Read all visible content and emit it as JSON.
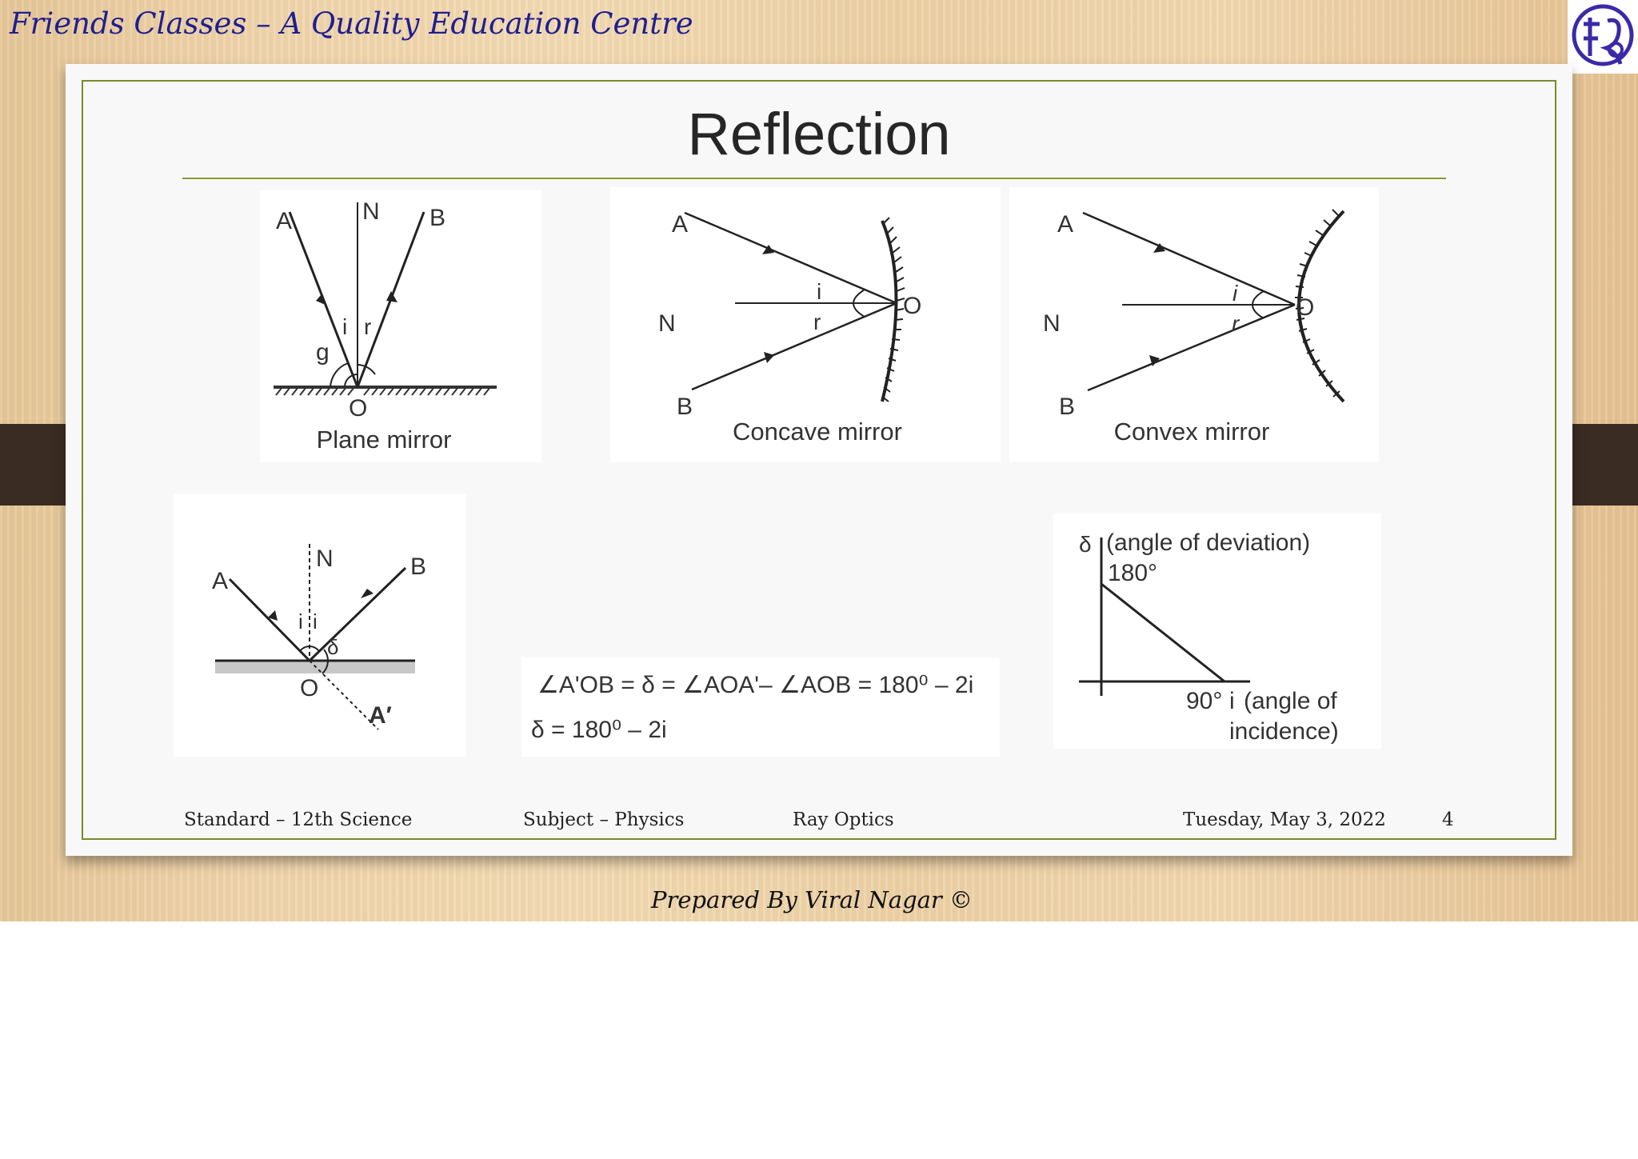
{
  "header": {
    "title": "Friends Classes – A Quality Education Centre"
  },
  "logo": {
    "name": "friends-classes-logo"
  },
  "slide": {
    "title": "Reflection",
    "figures": {
      "plane": {
        "caption": "Plane mirror",
        "labels": [
          "A",
          "N",
          "B",
          "i",
          "r",
          "g",
          "O"
        ]
      },
      "concave": {
        "caption": "Concave mirror",
        "labels": [
          "A",
          "i",
          "N",
          "r",
          "O",
          "B"
        ]
      },
      "convex": {
        "caption": "Convex mirror",
        "labels": [
          "A",
          "i",
          "N",
          "r",
          "O",
          "B"
        ]
      },
      "deviation": {
        "labels": [
          "N",
          "A",
          "B",
          "i",
          "i",
          "δ",
          "O",
          "A′"
        ]
      },
      "formula": {
        "line1": "∠A'OB = δ = ∠AOA'– ∠AOB = 180⁰ – 2i",
        "line2": "δ = 180⁰ – 2i"
      },
      "graph": {
        "ylabel_symbol": "δ",
        "ylabel": "(angle of deviation)",
        "y_tick": "180°",
        "x_tick": "90°",
        "xlabel_symbol": "i",
        "xlabel_line1": "(angle of",
        "xlabel_line2": "incidence)"
      }
    },
    "footer": {
      "standard": "Standard – 12th Science",
      "subject": "Subject – Physics",
      "chapter": "Ray Optics",
      "date": "Tuesday, May 3, 2022",
      "page": "4"
    }
  },
  "credit": "Prepared By Viral Nagar ©"
}
